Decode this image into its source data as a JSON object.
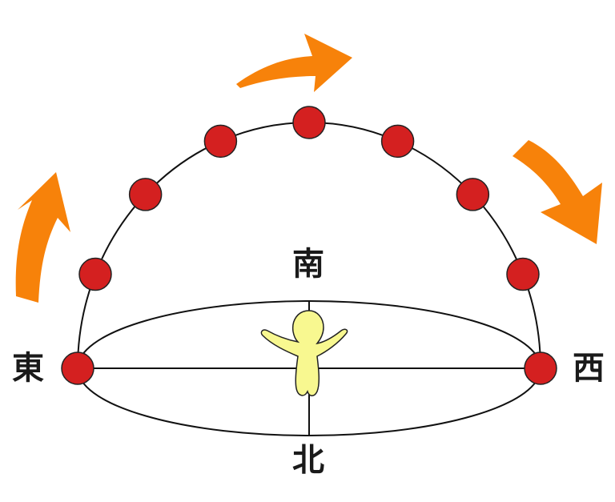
{
  "labels": {
    "south": "南",
    "north": "北",
    "east": "東",
    "west": "西"
  },
  "colors": {
    "sun": "#d42020",
    "arrow": "#f7820a",
    "person": "#f8f890",
    "line": "#111111"
  },
  "sun_positions_count": 9
}
